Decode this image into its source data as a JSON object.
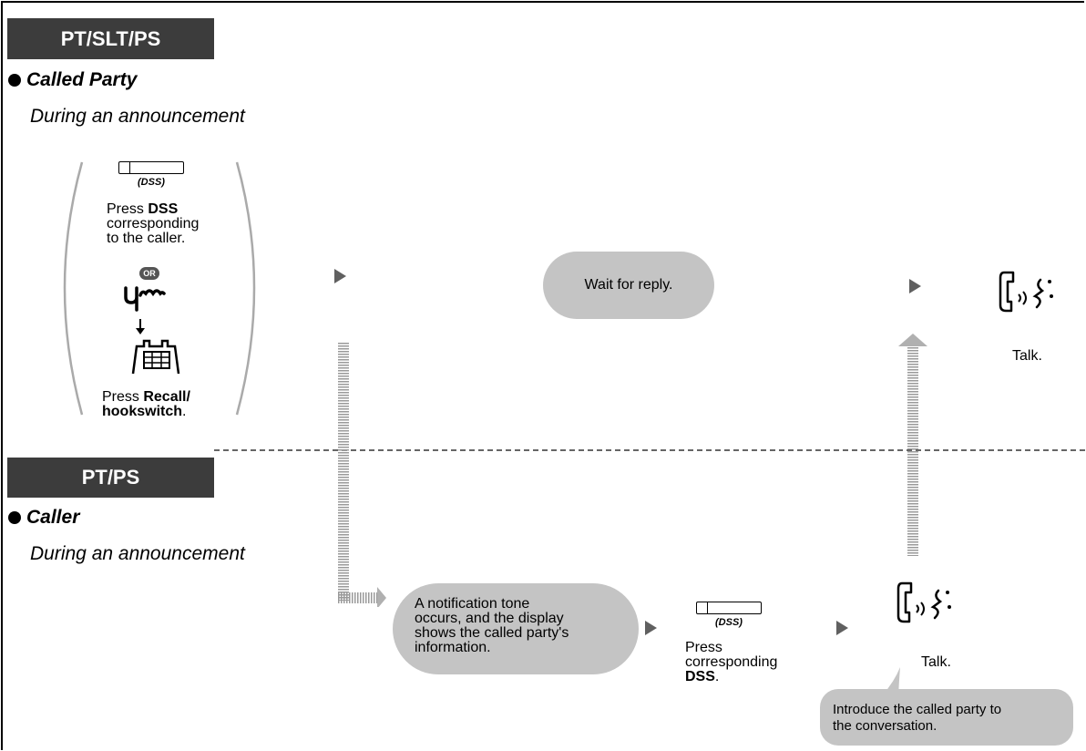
{
  "sections": {
    "top": {
      "header": "PT/SLT/PS",
      "party": "Called Party",
      "condition": "During an announcement"
    },
    "bottom": {
      "header": "PT/PS",
      "party": "Caller",
      "condition": "During an announcement"
    }
  },
  "top_options": {
    "dss_label": "(DSS)",
    "dss_press_pre": "Press ",
    "dss_press_bold": "DSS",
    "dss_line2": "corresponding",
    "dss_line3": "to the caller.",
    "or_label": "OR",
    "recall_pre": "Press ",
    "recall_bold": "Recall/",
    "recall_bold2": "hookswitch",
    "recall_post": "."
  },
  "top_flow": {
    "wait": "Wait for reply.",
    "talk": "Talk."
  },
  "bottom_flow": {
    "notification": [
      "A notification tone",
      "occurs, and the display",
      "shows the called party's",
      "information."
    ],
    "dss_label": "(DSS)",
    "press_line1": "Press",
    "press_line2": "corresponding",
    "press_bold": "DSS",
    "press_post": ".",
    "talk": "Talk.",
    "introduce": [
      "Introduce the called party to",
      "the conversation."
    ]
  },
  "icons": {
    "dss_key": "dss-button-icon",
    "or": "or-badge",
    "press_finger": "finger-press-icon",
    "hookswitch": "hookswitch-phone-icon",
    "talk": "talk-handset-icon",
    "arrow": "right-triangle-arrow",
    "hatched_arrow": "hatched-connector-arrow"
  },
  "colors": {
    "header_bg": "#3c3c3c",
    "bubble_bg": "#c4c4c4",
    "arrow": "#606060"
  }
}
